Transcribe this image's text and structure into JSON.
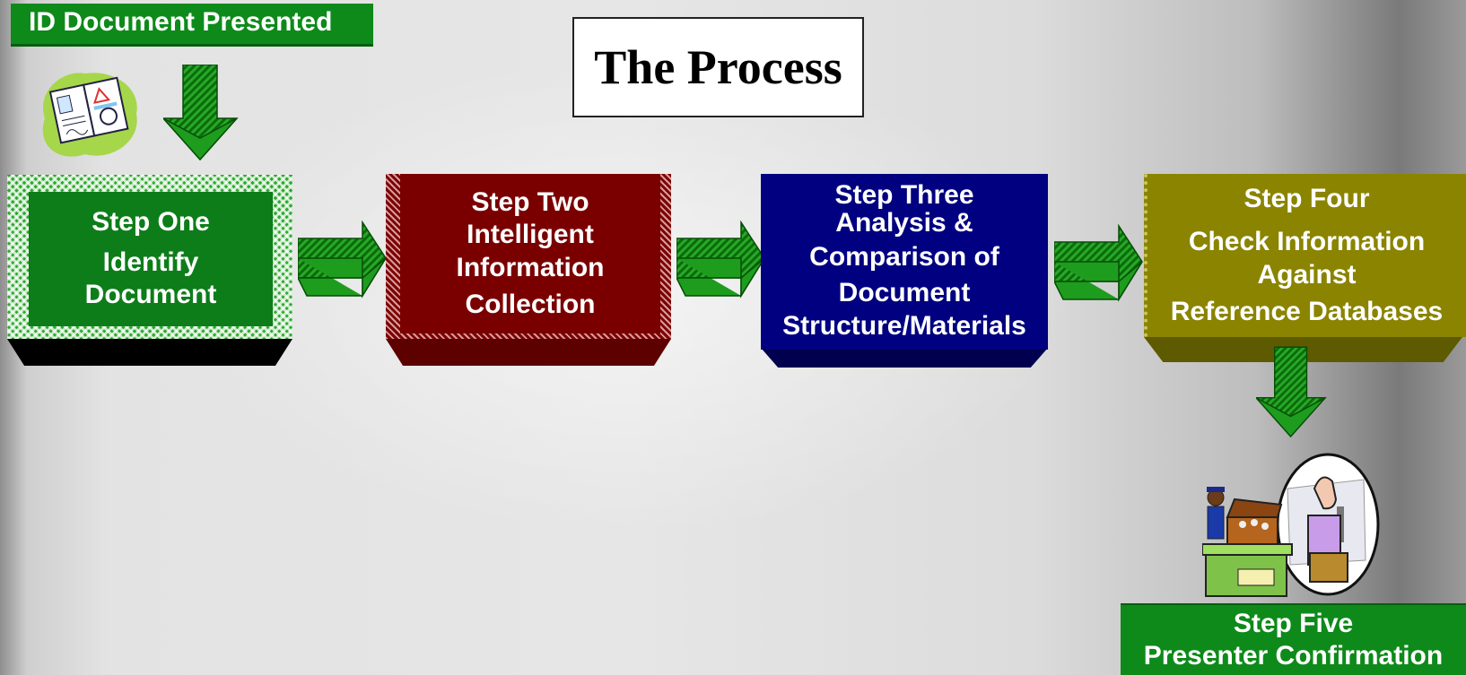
{
  "banner": {
    "label": "ID Document Presented"
  },
  "title": "The Process",
  "steps": [
    {
      "lines": [
        "Step One",
        "Identify",
        "Document"
      ],
      "color": "#0d7d1a"
    },
    {
      "lines": [
        "Step Two",
        "Intelligent",
        "Information",
        "Collection"
      ],
      "color": "#7a0000"
    },
    {
      "lines": [
        "Step Three",
        "Analysis &",
        "Comparison of",
        "Document",
        "Structure/Materials"
      ],
      "color": "#000080"
    },
    {
      "lines": [
        "Step Four",
        "Check Information",
        "Against",
        "Reference Databases"
      ],
      "color": "#8a8400"
    },
    {
      "lines": [
        "Step Five",
        "Presenter Confirmation"
      ],
      "color": "#0e8a1a"
    }
  ],
  "colors": {
    "arrow": "#27a827",
    "arrow_dark": "#0b6b0b"
  },
  "icons": {
    "document": "passport-icon",
    "arrow": "arrow-icon",
    "scene": "customs-inspection-illustration"
  }
}
